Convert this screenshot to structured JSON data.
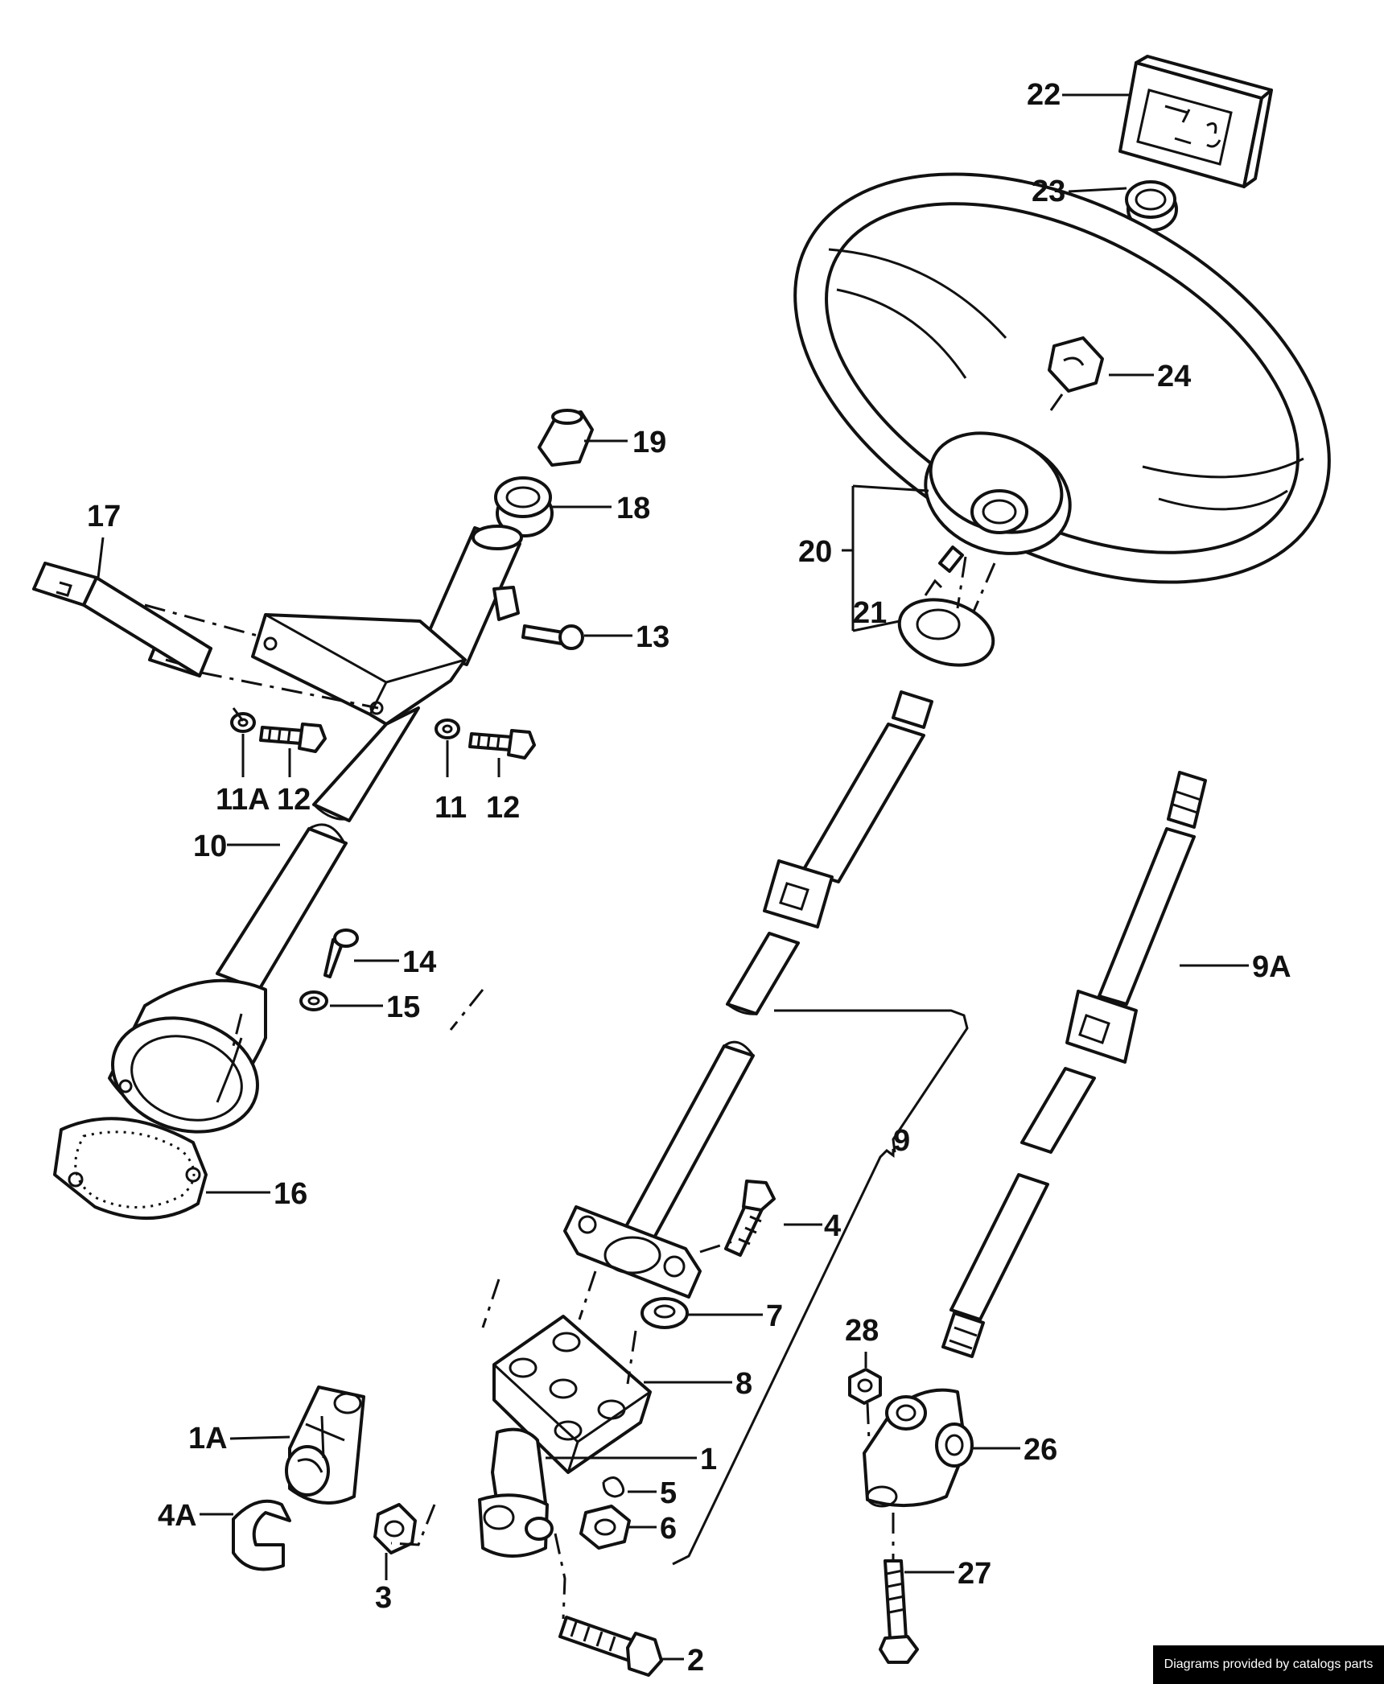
{
  "callouts": {
    "p1": "1",
    "p1A": "1A",
    "p2": "2",
    "p3": "3",
    "p4": "4",
    "p4A": "4A",
    "p5": "5",
    "p6": "6",
    "p7": "7",
    "p8": "8",
    "p9": "9",
    "p9A": "9A",
    "p10": "10",
    "p11": "11",
    "p11A": "11A",
    "p12a": "12",
    "p12b": "12",
    "p13": "13",
    "p14": "14",
    "p15": "15",
    "p16": "16",
    "p17": "17",
    "p18": "18",
    "p19": "19",
    "p20": "20",
    "p21": "21",
    "p22": "22",
    "p23": "23",
    "p24": "24",
    "p26": "26",
    "p27": "27",
    "p28": "28"
  },
  "footer": {
    "credit": "Diagrams provided by catalogs parts"
  },
  "colors": {
    "ink": "#111111",
    "paper": "#ffffff",
    "footer_bg": "#000000",
    "footer_text": "#ffffff"
  }
}
